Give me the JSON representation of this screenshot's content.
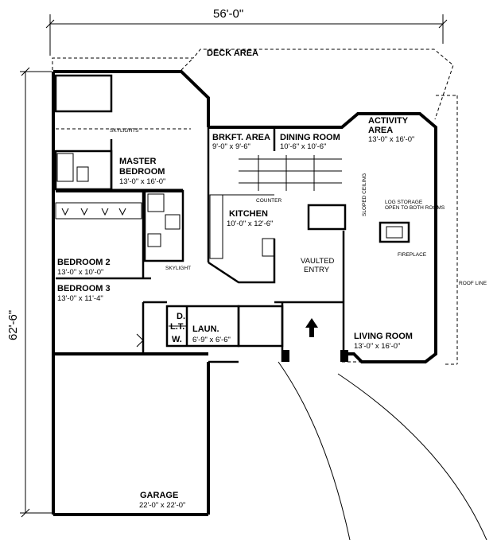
{
  "dimensions": {
    "width": "56'-0\"",
    "depth": "62'-6\""
  },
  "labels": {
    "deck": "DECK AREA",
    "skylights": "SKYLIGHTS",
    "skylight": "SKYLIGHT",
    "counter": "COUNTER",
    "vaulted_line1": "VAULTED",
    "vaulted_line2": "ENTRY",
    "sloped_ceiling": "SLOPED CEILING",
    "log_storage_line1": "LOG STORAGE",
    "log_storage_line2": "OPEN TO BOTH ROOMS",
    "fireplace": "FIREPLACE",
    "roof_line": "ROOF LINE",
    "d": "D.",
    "lt": "L.T.",
    "w": "W."
  },
  "rooms": {
    "master": {
      "name_line1": "MASTER",
      "name_line2": "BEDROOM",
      "size": "13'-0\" x 16'-0\""
    },
    "brkft": {
      "name": "BRKFT. AREA",
      "size": "9'-0\" x 9'-6\""
    },
    "dining": {
      "name": "DINING ROOM",
      "size": "10'-6\" x 10'-6\""
    },
    "activity": {
      "name_line1": "ACTIVITY",
      "name_line2": "AREA",
      "size": "13'-0\" x 16'-0\""
    },
    "kitchen": {
      "name": "KITCHEN",
      "size": "10'-0\" x 12'-6\""
    },
    "bedroom2": {
      "name": "BEDROOM  2",
      "size": "13'-0\" x 10'-0\""
    },
    "bedroom3": {
      "name": "BEDROOM  3",
      "size": "13'-0\" x 11'-4\""
    },
    "laundry": {
      "name": "LAUN.",
      "size": "6'-9\" x 6'-6\""
    },
    "living": {
      "name": "LIVING ROOM",
      "size": "13'-0\" x 16'-0\""
    },
    "garage": {
      "name": "GARAGE",
      "size": "22'-0\" x 22'-0\""
    }
  }
}
